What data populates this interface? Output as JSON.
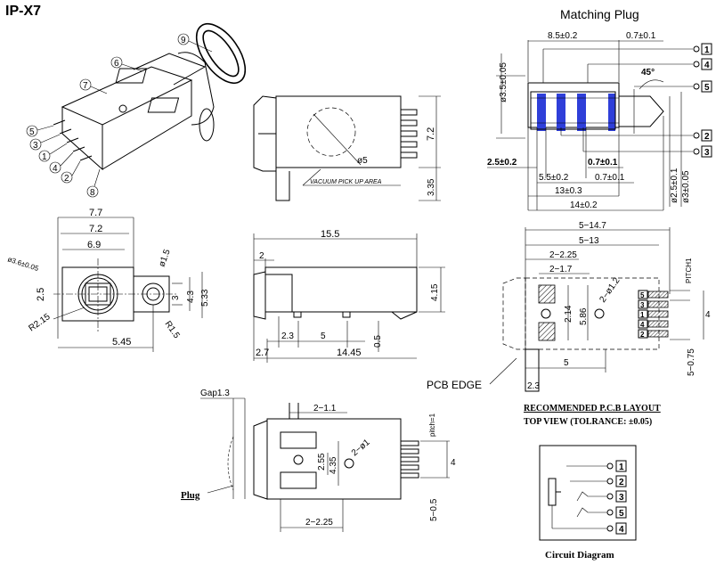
{
  "title": "IP-X7",
  "matching_plug": {
    "title": "Matching Plug",
    "dims": {
      "top_len": "8.5±0.2",
      "top_tip": "0.7±0.1",
      "dia_left": "ø3.5±0.05",
      "angle": "45°",
      "left_step": "2.5±0.2",
      "mid_ring": "0.7±0.1",
      "low_a": "5.5±0.2",
      "low_b": "0.7±0.1",
      "len_13": "13±0.3",
      "len_14": "14±0.2",
      "dia_r1": "ø2.5±0.1",
      "dia_r2": "ø3±0.05"
    },
    "pins": [
      "1",
      "4",
      "5",
      "2",
      "3"
    ]
  },
  "iso_callouts": [
    "9",
    "6",
    "7",
    "5",
    "3",
    "1",
    "4",
    "2",
    "8"
  ],
  "side_view": {
    "height": "7.2",
    "base": "3.35",
    "circle": "ø5",
    "vacuum": "VACUUM PICK UP AREA"
  },
  "front_view": {
    "w77": "7.7",
    "w72": "7.2",
    "w69": "6.9",
    "hole": "ø3.6±0.05",
    "d15": "ø1.5",
    "h25": "2.5",
    "h3": "3",
    "h43": "4.3",
    "h533": "5.33",
    "r215": "R2.15",
    "r15": "R1.5",
    "w545": "5.45"
  },
  "side_view2": {
    "len": "15.5",
    "d2": "2",
    "h415": "4.15",
    "d23": "2.3",
    "d5": "5",
    "d05": "0.5",
    "d27": "2.7",
    "d1445": "14.45"
  },
  "pcb_layout": {
    "d147": "5−14.7",
    "d13": "5−13",
    "d225": "2−2.25",
    "d17": "2−1.7",
    "d12": "2−ø1.2",
    "d214": "2.14",
    "d586": "5.86",
    "pitch": "PITCH1",
    "d4": "4",
    "d075": "5−0.75",
    "d5": "5",
    "d23": "2.3",
    "pcb_edge": "PCB EDGE",
    "rec_title": "RECOMMENDED P.C.B LAYOUT",
    "rec_sub": "TOP VIEW (TOLRANCE: ±0.05)",
    "pins": [
      "5",
      "3",
      "1",
      "4",
      "2"
    ]
  },
  "bottom_view": {
    "gap": "Gap1.3",
    "plug": "Plug",
    "d11": "2−1.1",
    "pitch": "pitch=1",
    "d1": "2−ø1",
    "d255": "2.55",
    "d435": "4.35",
    "d4": "4",
    "d05": "5−0.5",
    "d225": "2−2.25"
  },
  "circuit": {
    "title": "Circuit Diagram",
    "pins": [
      "1",
      "2",
      "3",
      "5",
      "4"
    ]
  }
}
